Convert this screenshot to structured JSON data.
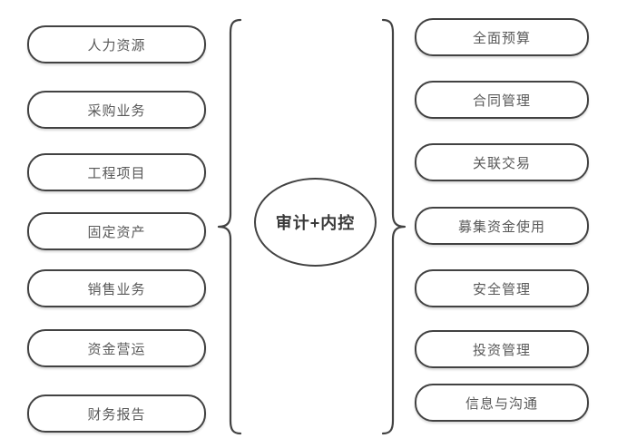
{
  "center_label": "审计+内控",
  "left_items": [
    "人力资源",
    "采购业务",
    "工程项目",
    "固定资产",
    "销售业务",
    "资金营运",
    "财务报告"
  ],
  "right_items": [
    "全面预算",
    "合同管理",
    "关联交易",
    "募集资金使用",
    "安全管理",
    "投资管理",
    "信息与沟通"
  ],
  "colors": {
    "node-border": "#424242",
    "node-text": "#595959",
    "center-text": "#3a3a3a",
    "brace": "#424242",
    "background": "#ffffff"
  }
}
